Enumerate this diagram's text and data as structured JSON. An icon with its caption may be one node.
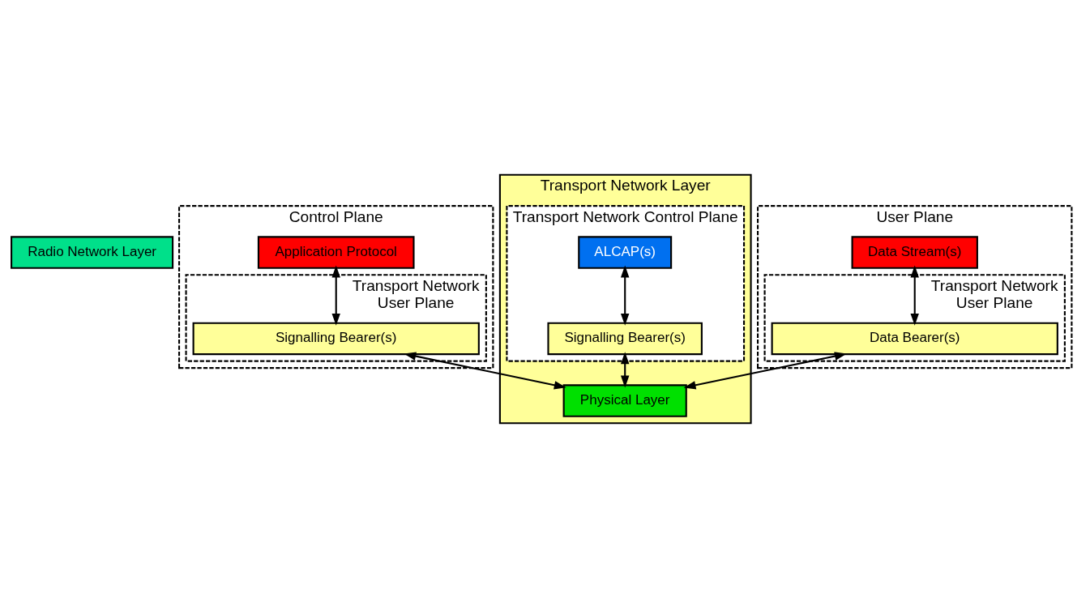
{
  "diagram": {
    "nodes": [
      {
        "text": [
          "Radio Network Layer"
        ]
      },
      {
        "text": [
          "Transport Network Layer"
        ]
      },
      {
        "text": [
          "Control Plane"
        ]
      },
      {
        "text": [
          "Application Protocol"
        ],
        "in": 2
      },
      {
        "text": [
          "Transport Network User Plane"
        ],
        "in": 2
      },
      {
        "text": [
          "Signalling Bearer(s)"
        ],
        "in": 4
      },
      {
        "text": [
          "User Plane"
        ]
      },
      {
        "text": [
          "Data Stream(s)"
        ],
        "in": 6
      },
      {
        "text": [
          "Transport Network User Plane"
        ],
        "in": 6
      },
      {
        "text": [
          "Data Bearer(s)"
        ],
        "in": 8
      },
      {
        "text": [
          "Transport Network Control Plane"
        ],
        "in": 1
      },
      {
        "text": [
          "ALCAP(s)"
        ],
        "in": 10
      },
      {
        "text": [
          "Signalling Bearer(s)"
        ],
        "in": 10
      },
      {
        "text": [
          "Physical Layer"
        ],
        "in": 1
      }
    ],
    "edges": [
      {
        "from": 3,
        "to": 5,
        "arrow": "both"
      },
      {
        "from": 7,
        "to": 9,
        "arrow": "both"
      },
      {
        "from": 11,
        "to": 12,
        "arrow": "both"
      },
      {
        "from": 5,
        "to": 13,
        "arrow": "both"
      },
      {
        "from": 12,
        "to": 13,
        "arrow": "both"
      },
      {
        "from": 9,
        "to": 13,
        "arrow": "both"
      }
    ]
  }
}
